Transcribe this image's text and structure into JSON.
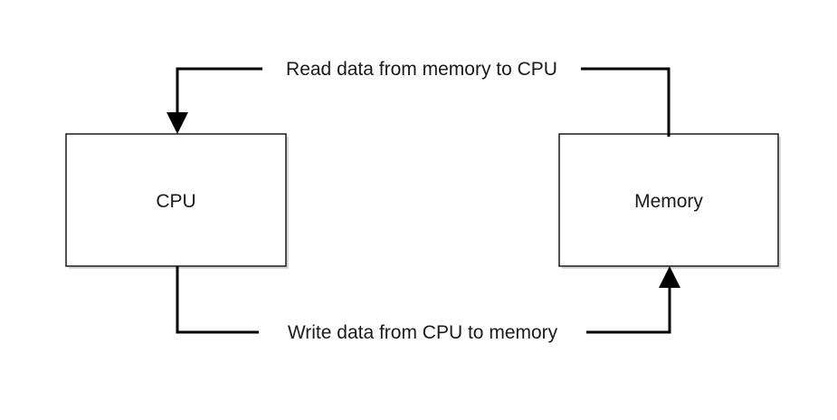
{
  "nodes": {
    "cpu": {
      "label": "CPU"
    },
    "memory": {
      "label": "Memory"
    }
  },
  "edges": {
    "read": {
      "label": "Read data from memory to CPU"
    },
    "write": {
      "label": "Write data from CPU to memory"
    }
  },
  "colors": {
    "line": "#000000",
    "box_border": "#1a1a1a",
    "background": "#ffffff"
  }
}
